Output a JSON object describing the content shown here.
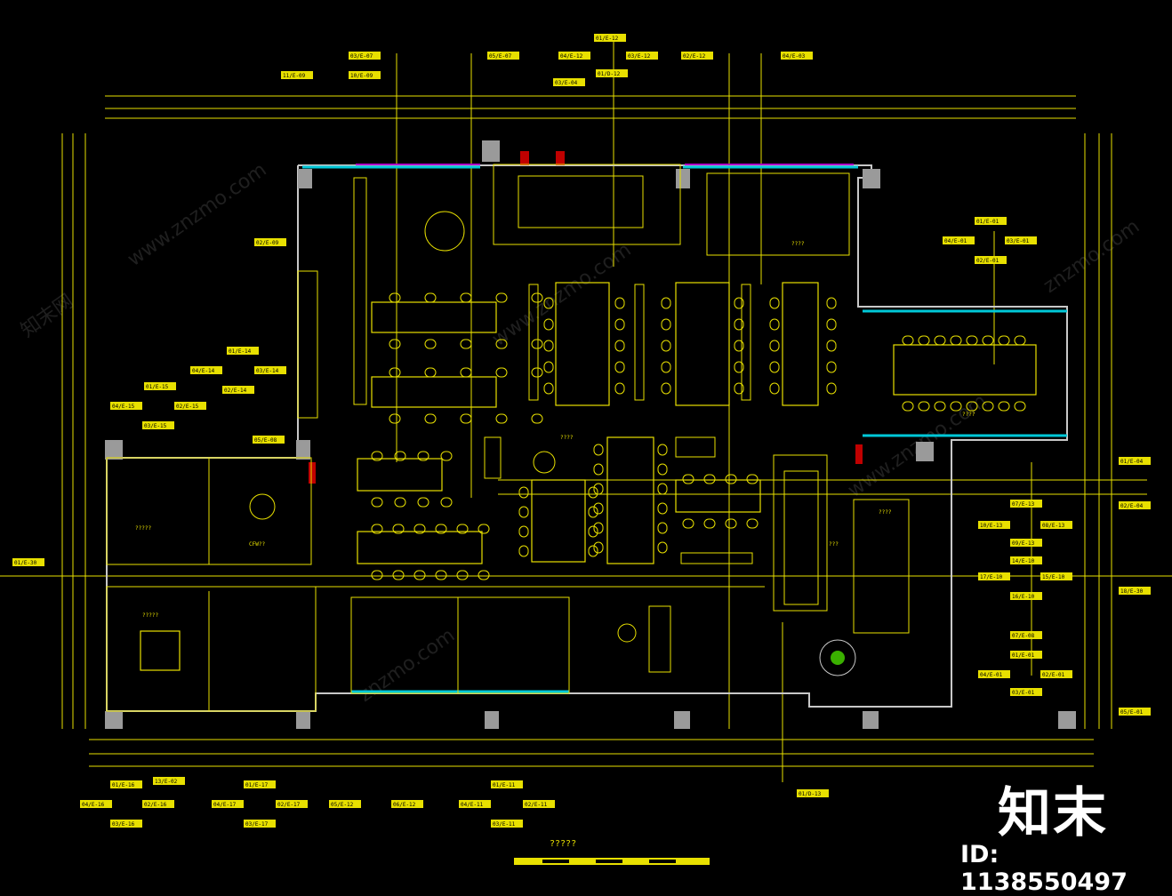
{
  "brand": {
    "logo_text": "知末",
    "id_text": "ID: 1138550497"
  },
  "drawing": {
    "title": "?????",
    "colors": {
      "lines": "#e8e000",
      "glass": "#00c8d8",
      "wall": "#9a9a9a",
      "accent": "#c00000",
      "magenta": "#b000c8"
    },
    "top_tags": [
      "03/E-07",
      "05/E-07",
      "01/E-12",
      "04/E-12",
      "03/E-12",
      "02/E-12",
      "04/E-03",
      "03/E-04",
      "01/D-12",
      "11/E-09",
      "10/E-09"
    ],
    "room_labels": [
      "?????",
      "?????",
      "????",
      "CFW??",
      "???",
      "????",
      "????",
      "????"
    ],
    "left_tags": [
      "01/E-14",
      "04/E-14",
      "03/E-14",
      "02/E-14",
      "01/E-15",
      "04/E-15",
      "02/E-15",
      "03/E-15",
      "05/E-08",
      "01/E-30",
      "02/E-09"
    ],
    "right_tags": [
      "01/E-01",
      "04/E-01",
      "03/E-01",
      "02/E-01",
      "01/E-04",
      "02/E-04",
      "07/E-13",
      "10/E-13",
      "08/E-13",
      "09/E-13",
      "14/E-10",
      "17/E-10",
      "15/E-10",
      "16/E-10",
      "18/E-30",
      "07/E-08",
      "01/E-01",
      "04/E-01",
      "02/E-01",
      "03/E-01",
      "05/E-01"
    ],
    "bottom_tags": [
      "01/E-16",
      "13/E-02",
      "04/E-16",
      "02/E-16",
      "03/E-16",
      "01/E-17",
      "04/E-17",
      "02/E-17",
      "03/E-17",
      "05/E-12",
      "06/E-12",
      "01/E-11",
      "04/E-11",
      "02/E-11",
      "03/E-11",
      "01/D-13"
    ],
    "watermark": [
      "znzmo.com",
      "www.znzmo.com",
      "知末网"
    ]
  }
}
